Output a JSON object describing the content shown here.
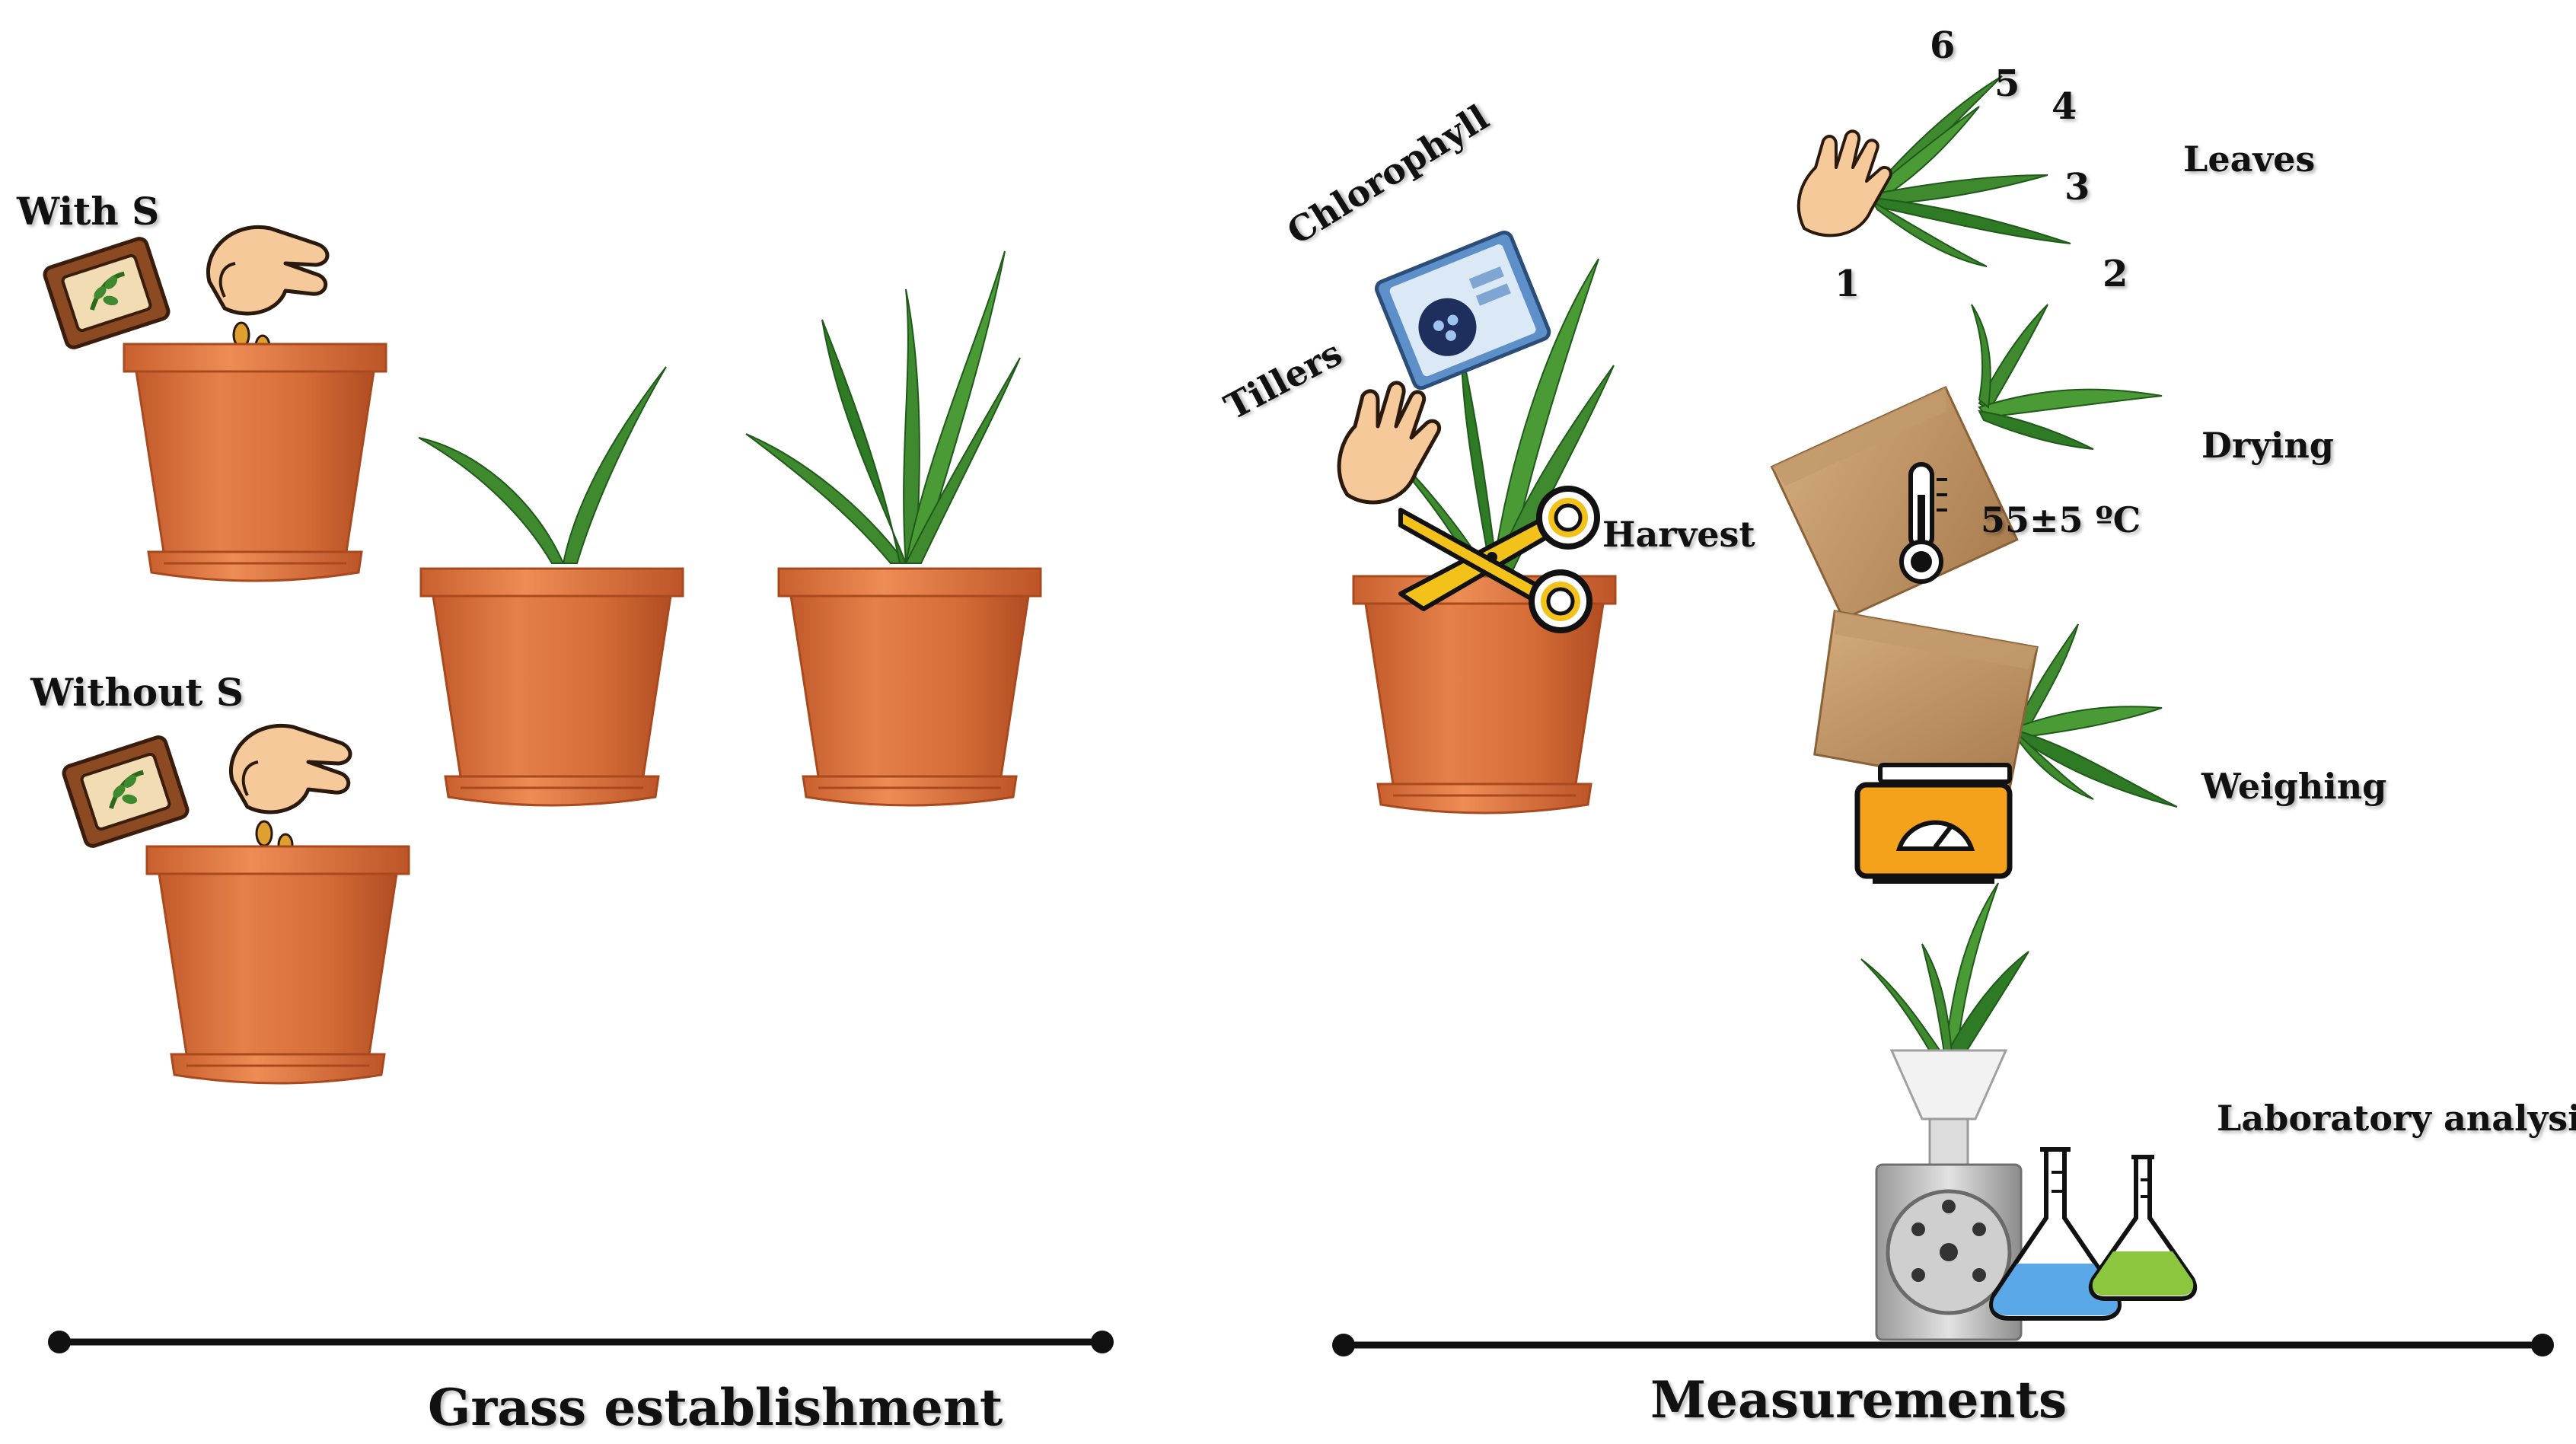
{
  "panels": {
    "left": {
      "title": "Grass establishment",
      "with_label": "With S",
      "without_label": "Without S"
    },
    "right": {
      "title": "Measurements",
      "chlorophyll_label": "Chlorophyll",
      "tillers_label": "Tillers",
      "harvest_label": "Harvest",
      "leaves_label": "Leaves",
      "leaf_numbers": [
        "1",
        "2",
        "3",
        "4",
        "5",
        "6"
      ],
      "drying_label": "Drying",
      "drying_temp": "55±5 ºC",
      "weighing_label": "Weighing",
      "lab_label": "Laboratory analysis"
    }
  },
  "icons": [
    "seed-bag-icon",
    "hand-sowing-icon",
    "pot-icon",
    "grass-icon",
    "chlorophyll-meter-icon",
    "hand-counting-icon",
    "scissors-icon",
    "paper-bag-icon",
    "thermometer-icon",
    "scale-icon",
    "mill-icon",
    "flask-icon"
  ],
  "colors": {
    "pot": "#d8703e",
    "pot_dark": "#b9552a",
    "leaf": "#3f8a2e",
    "leaf_dark": "#1f5a1a",
    "bag": "#c49a6c",
    "scissors": "#f2c21a",
    "scale": "#f4a21c",
    "flask_blue": "#5aa8e8",
    "flask_green": "#8cc63f",
    "timeline": "#111111"
  }
}
